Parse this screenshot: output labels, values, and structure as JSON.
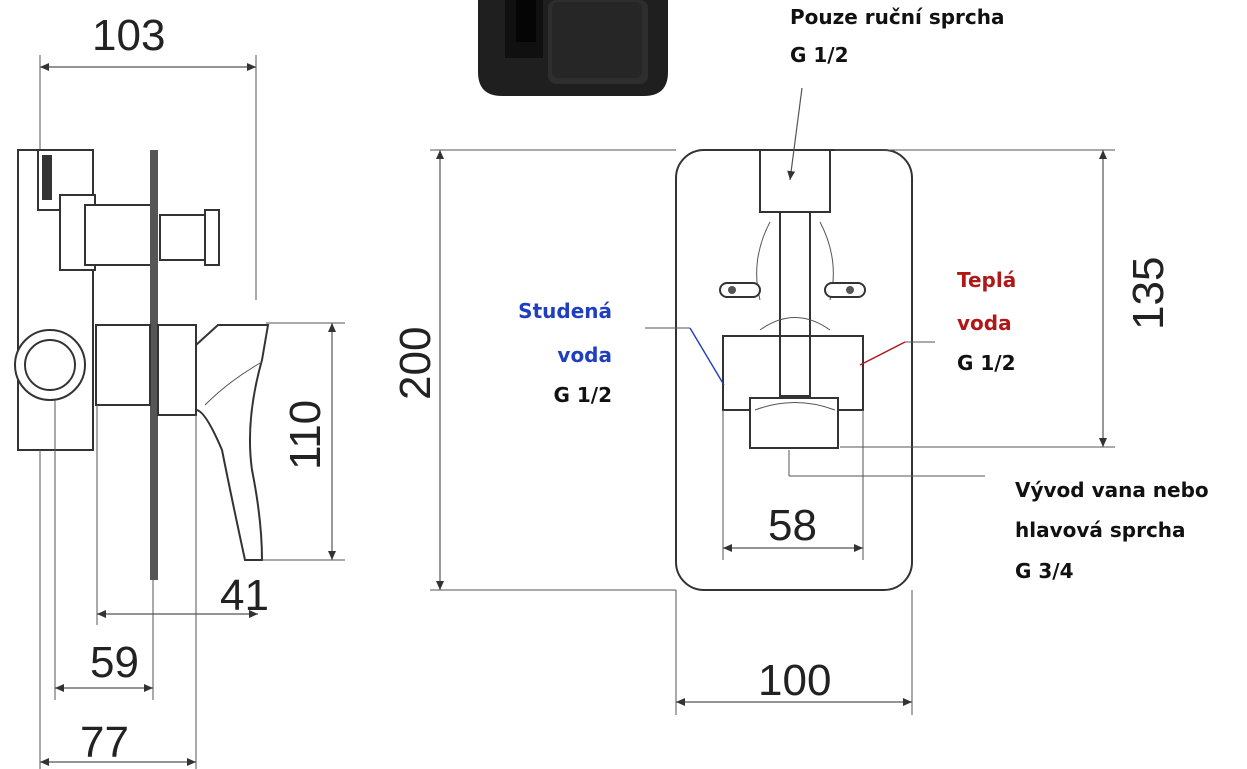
{
  "dimensions": {
    "side_width": "103",
    "side_height": "110",
    "side_depth_41": "41",
    "side_depth_59": "59",
    "side_depth_77": "77",
    "front_height": "200",
    "front_inner_height": "135",
    "front_inner_width": "58",
    "front_width": "100"
  },
  "labels": {
    "top_line1": "Pouze ruční sprcha",
    "top_line2": "G 1/2",
    "cold_line1": "Studená",
    "cold_line2": "voda",
    "cold_line3": "G 1/2",
    "hot_line1": "Teplá",
    "hot_line2": "voda",
    "hot_line3": "G 1/2",
    "outlet_line1": "Vývod vana nebo",
    "outlet_line2": "hlavová sprcha",
    "outlet_line3": "G 3/4"
  },
  "colors": {
    "cold": "#1f3fbf",
    "hot": "#b01818",
    "text": "#111111"
  }
}
